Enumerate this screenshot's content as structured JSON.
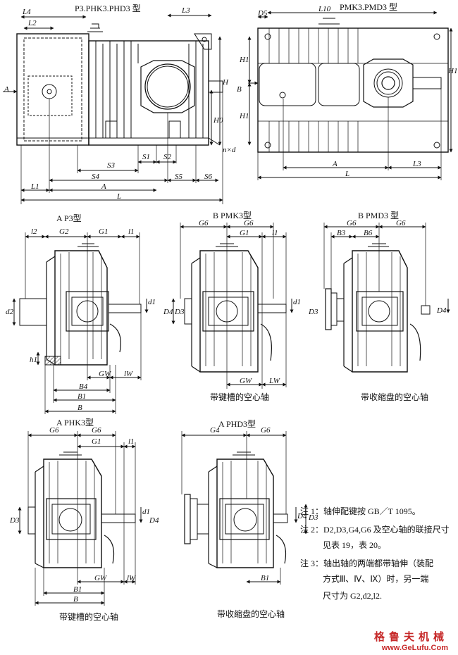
{
  "titles": {
    "top_left": "P3.PHK3.PHD3 型",
    "top_right": "PMK3.PMD3 型",
    "mid_left": "A P3型",
    "mid_center": "B PMK3型",
    "mid_right": "B PMD3 型",
    "bot_left": "A PHK3型",
    "bot_right": "A PHD3型"
  },
  "captions": {
    "mid_center": "带键槽的空心轴",
    "mid_right": "带收缩盘的空心轴",
    "bot_left": "带键槽的空心轴",
    "bot_right": "带收缩盘的空心轴"
  },
  "labels": {
    "L4": "L4",
    "L2": "L2",
    "L3": "L3",
    "H": "H",
    "H0": "H0",
    "A": "A",
    "nxd": "n×d",
    "S1": "S1",
    "S2": "S2",
    "S3": "S3",
    "S4": "S4",
    "S5": "S5",
    "S6": "S6",
    "L1": "L1",
    "L": "L",
    "D5": "D5",
    "L10": "L10",
    "H1": "H1",
    "B": "B",
    "l2": "l2",
    "G2": "G2",
    "G1": "G1",
    "l1": "l1",
    "d1": "d1",
    "d2": "d2",
    "h1": "h1",
    "GW": "GW",
    "B4": "B4",
    "B1": "B1",
    "lW": "lW",
    "G6": "G6",
    "G4": "G4",
    "D4": "D4",
    "D3": "D3",
    "LW": "LW",
    "B3": "B3",
    "B6": "B6",
    "D2": "D2"
  },
  "notes": [
    "注 1：轴伸配键按 GB／T 1095。",
    "注 2：D2,D3,G4,G6 及空心轴的联接尺寸",
    "见表 19，表 20。",
    "注 3：轴出轴的两端都带轴伸（装配",
    "方式Ⅲ、Ⅳ、Ⅸ）时，另一端",
    "尺寸为 G2,d2,l2."
  ],
  "watermark": {
    "cn": "格鲁夫机械",
    "url": "www.GeLufu.Com"
  }
}
